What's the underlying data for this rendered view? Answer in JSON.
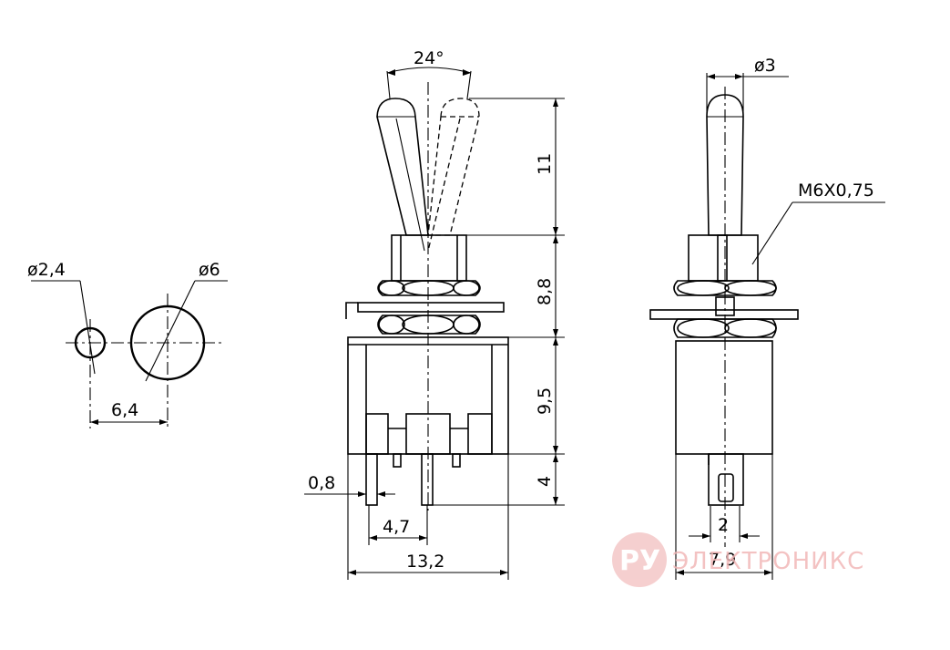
{
  "dimensions": {
    "hole_small": "ø2,4",
    "hole_large": "ø6",
    "hole_spacing": "6,4",
    "angle": "24°",
    "lever_height": "11",
    "bushing_height": "8,8",
    "body_height": "9,5",
    "pin_length": "4",
    "pin_width": "0,8",
    "pin_pitch": "4,7",
    "body_width": "13,2",
    "lever_diameter": "ø3",
    "thread": "M6X0,75",
    "pin_thickness": "2",
    "body_depth": "7,9"
  },
  "watermark": {
    "badge": "РУ",
    "text": "ЭЛЕКТРОНИКС"
  },
  "colors": {
    "lines": "#000000",
    "watermark": "#f2b8b8"
  }
}
